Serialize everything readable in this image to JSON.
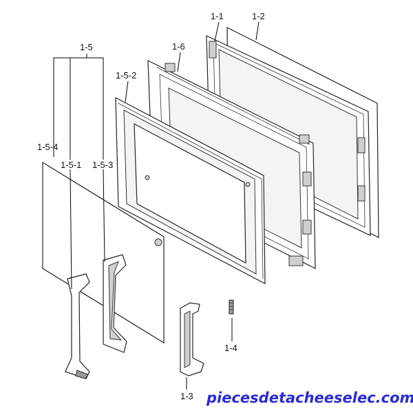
{
  "labels": {
    "l_1_1": "1-1",
    "l_1_2": "1-2",
    "l_1_3": "1-3",
    "l_1_4": "1-4",
    "l_1_5": "1-5",
    "l_1_5_1": "1-5-1",
    "l_1_5_2": "1-5-2",
    "l_1_5_3": "1-5-3",
    "l_1_5_4": "1-5-4",
    "l_1_6": "1-6"
  },
  "watermark": "piecesdetacheeselec.com",
  "colors": {
    "line": "#222222",
    "watermark": "#2b2bd6"
  }
}
